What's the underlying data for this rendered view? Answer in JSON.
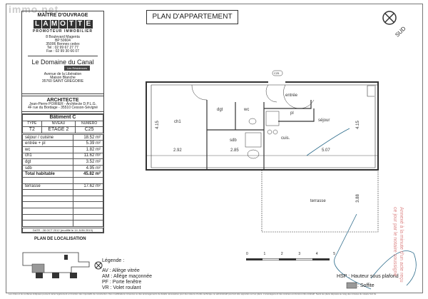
{
  "watermark": "immo.net",
  "title": "PLAN D'APPARTEMENT",
  "orientation": "SUD",
  "owner": {
    "heading": "MAÎTRE D'OUVRAGE",
    "logo_letters": [
      "L",
      "A",
      "M",
      "O",
      "T",
      "T",
      "E"
    ],
    "tagline": "PROMOTEUR IMMOBILIER",
    "address": [
      "8 Boulevard Magenta",
      "BP 50604",
      "35006 Rennes cedex",
      "Tel : 02 99 67 27 77",
      "Fax : 02 99 30 66 07"
    ]
  },
  "project": {
    "name": "Le Domaine du Canal",
    "subtitle": "Les Résidences",
    "address": [
      "Avenue de la Libération",
      "Maison Blanche",
      "35760 SAINT GREGOIRE"
    ]
  },
  "architect": {
    "heading": "ARCHITECTE",
    "lines": [
      "Jean-Pierre POIRIER - Architecte D.P.L.G.",
      "4F rue du Bordage - 35510 Cesson-Sévigné"
    ]
  },
  "building": {
    "heading": "Bâtiment  C",
    "headers": [
      "TYPE",
      "NIVEAU",
      "NUMERO"
    ],
    "values": [
      "T2",
      "ETAGE 2",
      "C25"
    ]
  },
  "areas": [
    [
      "séjour / cuisine",
      "18.52 m²"
    ],
    [
      "entrée + pl",
      "5.39 m²"
    ],
    [
      "wc",
      "1.82 m²"
    ],
    [
      "ch1",
      "11.62 m²"
    ],
    [
      "dgt",
      "3.52 m²"
    ],
    [
      "sdb",
      "4.95 m²"
    ],
    [
      "Total habitable",
      "45.82 m²"
    ],
    [
      "",
      ""
    ],
    [
      "terrasse",
      "17.62 m²"
    ],
    [
      "",
      ""
    ],
    [
      "",
      ""
    ],
    [
      "",
      ""
    ],
    [
      "",
      ""
    ],
    [
      "",
      ""
    ],
    [
      "",
      ""
    ]
  ],
  "date": "DATE : 28 OCT 2012 (modifié le 14 JUIN 2013)",
  "location_heading": "PLAN DE LOCALISATION",
  "plan": {
    "unit": "C25",
    "rooms": {
      "ch1": "ch1",
      "dgt": "dgt",
      "wc": "wc",
      "entree": "entrée",
      "pl": "pl",
      "sejour": "séjour",
      "cuis": "cuis.",
      "sdb": "sdb",
      "terrasse": "terrasse"
    },
    "dims": {
      "left_h": "4.15",
      "ch1_w": "2.92",
      "sdb_w": "2.85",
      "sejour_w": "5.07",
      "right_h": "4.15",
      "terrace_h": "3.88"
    }
  },
  "legend": {
    "heading": "Légende :",
    "items": [
      "AV : Allège vitrée",
      "AM : Allège maçonnée",
      "PF : Porte fenêtre",
      "VR : Volet roulant"
    ],
    "hsp": "HSP : Hauteur sous plafond",
    "soffite": ": Soffite"
  },
  "scale": {
    "ticks": [
      "0",
      "1",
      "2",
      "3",
      "4",
      "5"
    ]
  },
  "stamp": [
    "Annexé à la minute d'un acte reçu",
    "ce jour par le notaire soussigné"
  ],
  "footer": "Les côtes et les surfaces indiquées peuvent varier légèrement en fonction des impératifs de construction. Des modifications mineures ou des aménagements de détails nécessaires pour des raisons d'ordre technique ou administratif pourront être apportés sur les plans. L'aménagement des cuisines est donné à titre indicatif. Seuls les plans déposés au rang des minutes du notaire font foi."
}
